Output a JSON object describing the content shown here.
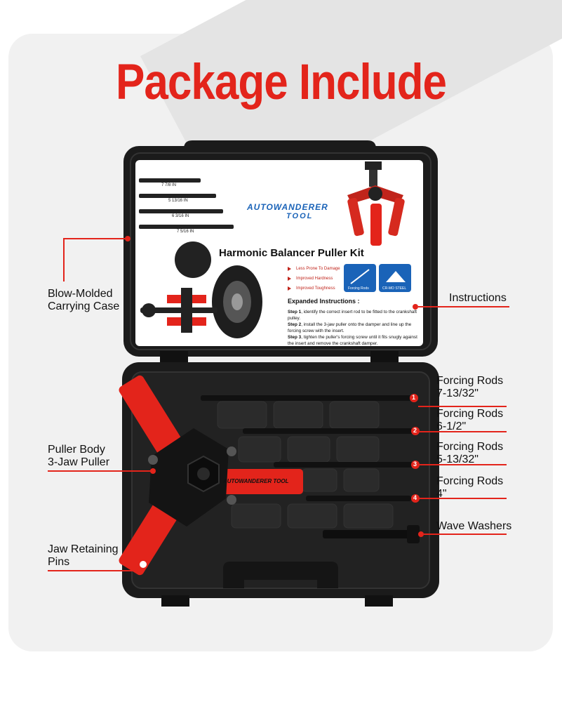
{
  "title": "Package Include",
  "product": {
    "brand_line1": "AUTOWANDERER",
    "brand_line2": "TOOL",
    "kit_title": "Harmonic Balancer Puller Kit",
    "rod_labels": [
      "7 7/8 IN",
      "5 13/16 IN",
      "6 3/16 IN",
      "7 5/16 IN"
    ],
    "features": [
      "Less Prone To Damage",
      "Improved Hardness",
      "Improved Toughness"
    ],
    "badges": [
      "Forcing Rods",
      "CR-MO STEEL"
    ],
    "instructions_heading": "Expanded Instructions :",
    "steps": [
      {
        "step": "Step 1",
        "text": ", identify the correct insert rod to be fitted to the crankshaft pulley."
      },
      {
        "step": "Step 2",
        "text": ", install the 3-jaw puller onto the damper and line up the forcing screw with the insert."
      },
      {
        "step": "Step 3",
        "text": ", tighten the puller's forcing screw until it fits snugly against the insert and remove the crankshaft damper."
      }
    ]
  },
  "callouts": {
    "case": "Blow-Molded\nCarrying Case",
    "instructions": "Instructions",
    "rod1": "Forcing Rods\n7-13/32\"",
    "rod2": "Forcing Rods\n6-1/2\"",
    "rod3": "Forcing Rods\n5-13/32\"",
    "rod4": "Forcing Rods\n4\"",
    "washers": "Wave Washers",
    "puller": "Puller Body\n3-Jaw Puller",
    "pins": "Jaw Retaining\nPins"
  },
  "rod_numbers": [
    "1",
    "2",
    "3",
    "4"
  ],
  "arm_text": "AUTOWANDERER TOOL",
  "colors": {
    "accent": "#e3241b",
    "case": "#1b1b1b",
    "brand": "#1a63b8"
  }
}
